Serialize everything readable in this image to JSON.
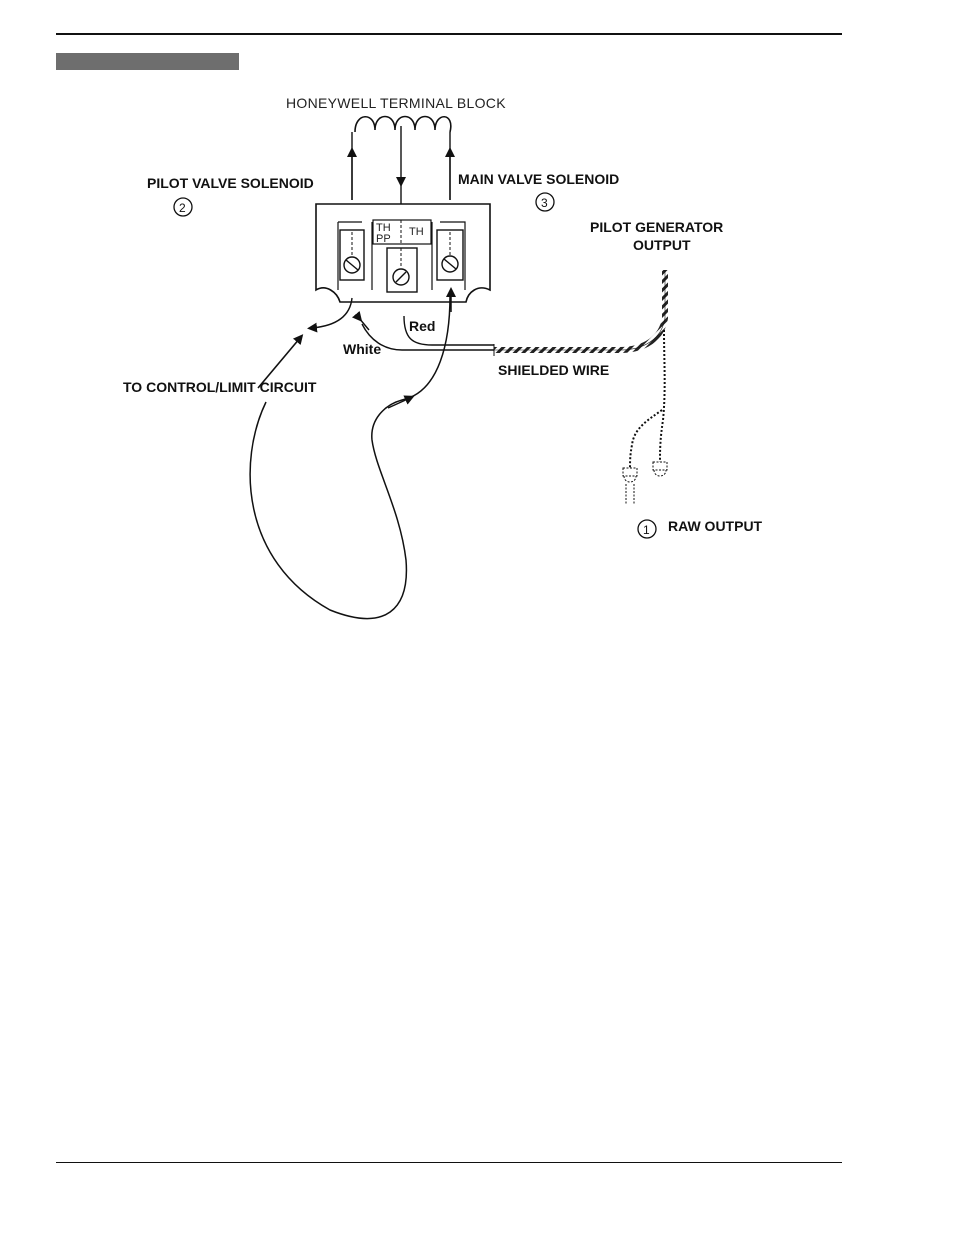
{
  "labels": {
    "terminal_block": "HONEYWELL TERMINAL BLOCK",
    "pilot_valve": "PILOT VALVE SOLENOID",
    "main_valve": "MAIN VALVE SOLENOID",
    "pilot_gen_line1": "PILOT GENERATOR",
    "pilot_gen_line2": "OUTPUT",
    "red": "Red",
    "white": "White",
    "shielded": "SHIELDED WIRE",
    "control_limit": "TO CONTROL/LIMIT CIRCUIT",
    "raw_output": "RAW OUTPUT",
    "th_pp_top": "TH",
    "th_pp_bottom": "PP",
    "th": "TH"
  },
  "markers": {
    "raw": "1",
    "pilot": "2",
    "main": "3"
  }
}
